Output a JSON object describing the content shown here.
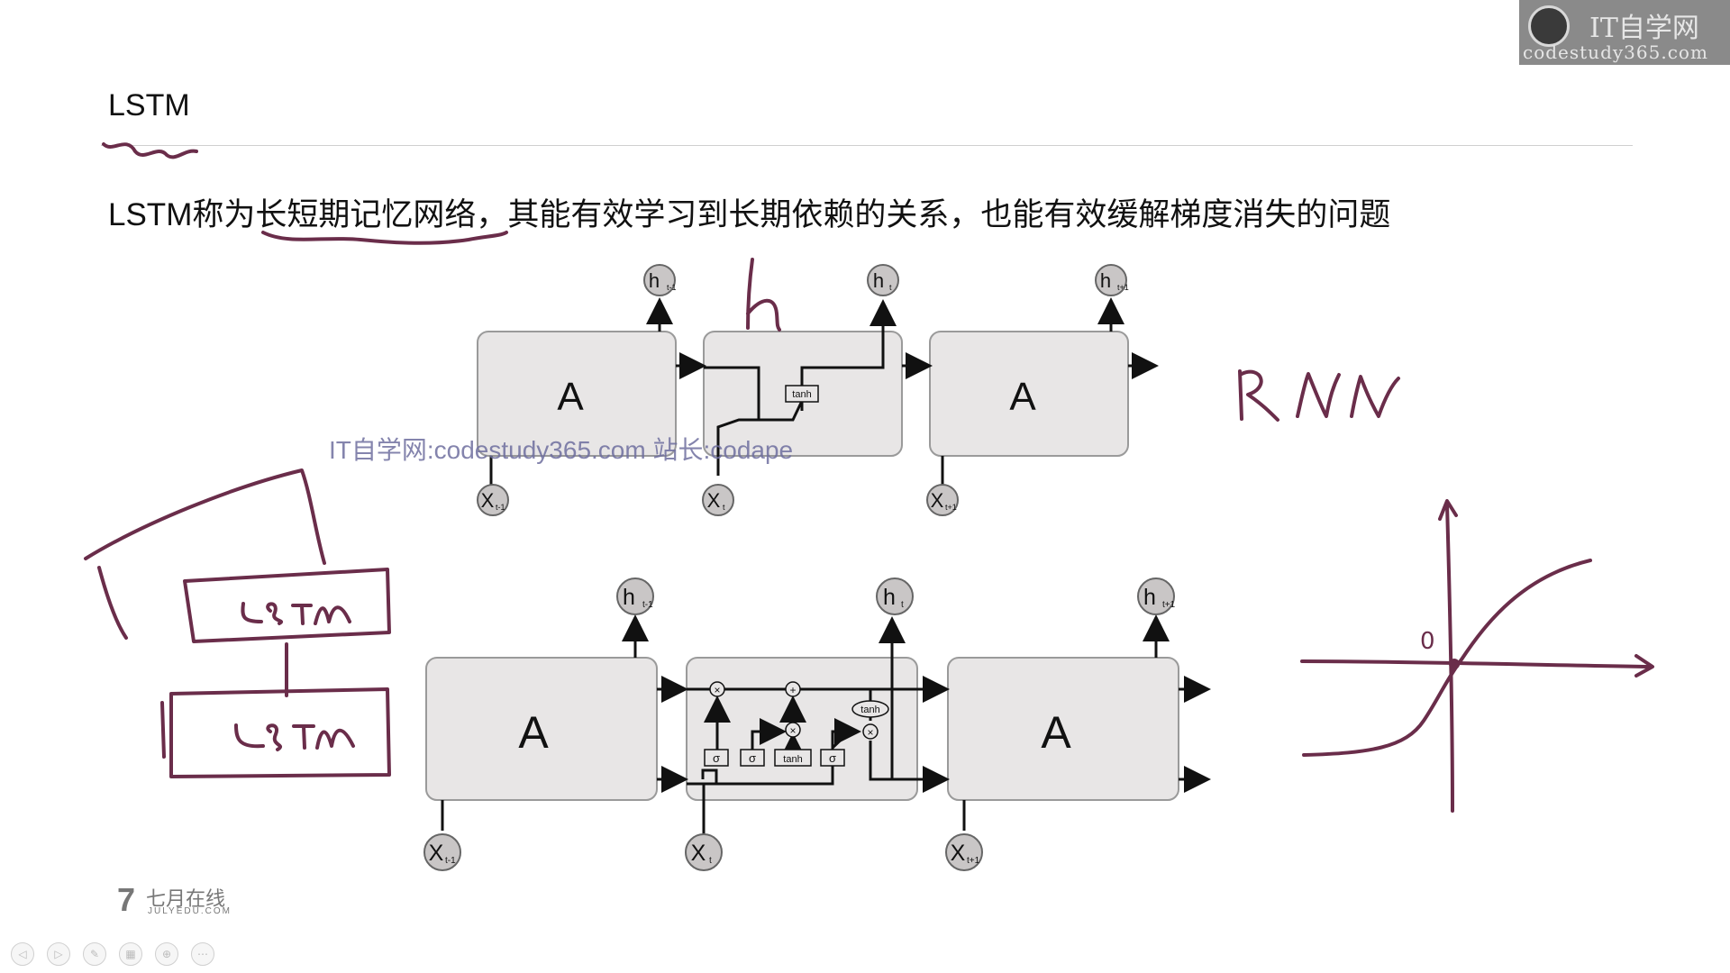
{
  "slide": {
    "title": "LSTM",
    "body": "LSTM称为长短期记忆网络，其能有效学习到长期依赖的关系，也能有效缓解梯度消失的问题",
    "watermark": "IT自学网:codestudy365.com 站长:codape"
  },
  "logo": {
    "line1": "IT自学网",
    "line2": "codestudy365.com"
  },
  "footer_logo": {
    "mark": "7",
    "cn": "七月在线",
    "en": "JULYEDU.COM"
  },
  "rnn_diagram": {
    "cell_label": "A",
    "inputs": [
      "X",
      "X",
      "X"
    ],
    "input_subs": [
      "t-1",
      "t",
      "t+1"
    ],
    "outputs": [
      "h",
      "h",
      "h"
    ],
    "output_subs": [
      "t-1",
      "t",
      "t+1"
    ],
    "center_op": "tanh"
  },
  "lstm_diagram": {
    "cell_label": "A",
    "inputs": [
      "X",
      "X",
      "X"
    ],
    "input_subs": [
      "t-1",
      "t",
      "t+1"
    ],
    "outputs": [
      "h",
      "h",
      "h"
    ],
    "output_subs": [
      "t-1",
      "t",
      "t+1"
    ],
    "gates": [
      "σ",
      "σ",
      "tanh",
      "σ"
    ],
    "point_ops": [
      "×",
      "+",
      "×",
      "×"
    ],
    "out_tanh": "tanh"
  },
  "annotations": {
    "h_mark": "h",
    "rnn": "RNN",
    "lstm_top": "LSTM",
    "lstm_bottom": "LSTM",
    "origin": "0"
  },
  "toolbar": {
    "icons": [
      "prev-icon",
      "play-icon",
      "pen-icon",
      "grid-icon",
      "zoom-icon",
      "more-icon"
    ]
  }
}
